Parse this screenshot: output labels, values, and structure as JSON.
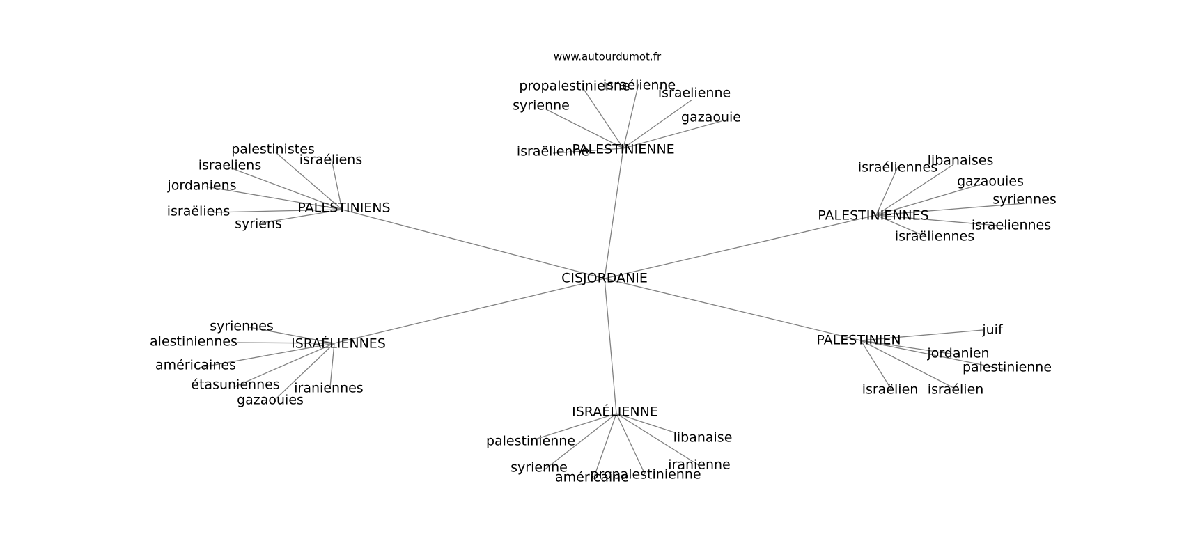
{
  "source": "www.autourdumot.fr",
  "center": "CISJORDANIE",
  "hubs": [
    {
      "id": "PALESTINIENNE",
      "label": "PALESTINIENNE",
      "leaves": [
        "propalestinienne",
        "israélienne",
        "israelienne",
        "gazaouie",
        "syrienne",
        "israëlienne"
      ]
    },
    {
      "id": "PALESTINIENS",
      "label": "PALESTINIENS",
      "leaves": [
        "palestinistes",
        "israéliens",
        "israeliens",
        "jordaniens",
        "israëliens",
        "syriens"
      ]
    },
    {
      "id": "PALESTINIENNES",
      "label": "PALESTINIENNES",
      "leaves": [
        "israéliennes",
        "libanaises",
        "gazaouies",
        "syriennes",
        "israeliennes",
        "israëliennes"
      ]
    },
    {
      "id": "ISRAELIENNES",
      "label": "ISRAÉLIENNES",
      "leaves": [
        "syriennes",
        "alestiniennes",
        "américaines",
        "étasuniennes",
        "gazaouies",
        "iraniennes"
      ]
    },
    {
      "id": "PALESTINIEN",
      "label": "PALESTINIEN",
      "leaves": [
        "juif",
        "jordanien",
        "palestinienne",
        "israëlien",
        "israélien"
      ]
    },
    {
      "id": "ISRAELIENNE",
      "label": "ISRAÉLIENNE",
      "leaves": [
        "palestinienne",
        "libanaise",
        "syrienne",
        "iranienne",
        "américaine",
        "propalestinienne"
      ]
    }
  ]
}
